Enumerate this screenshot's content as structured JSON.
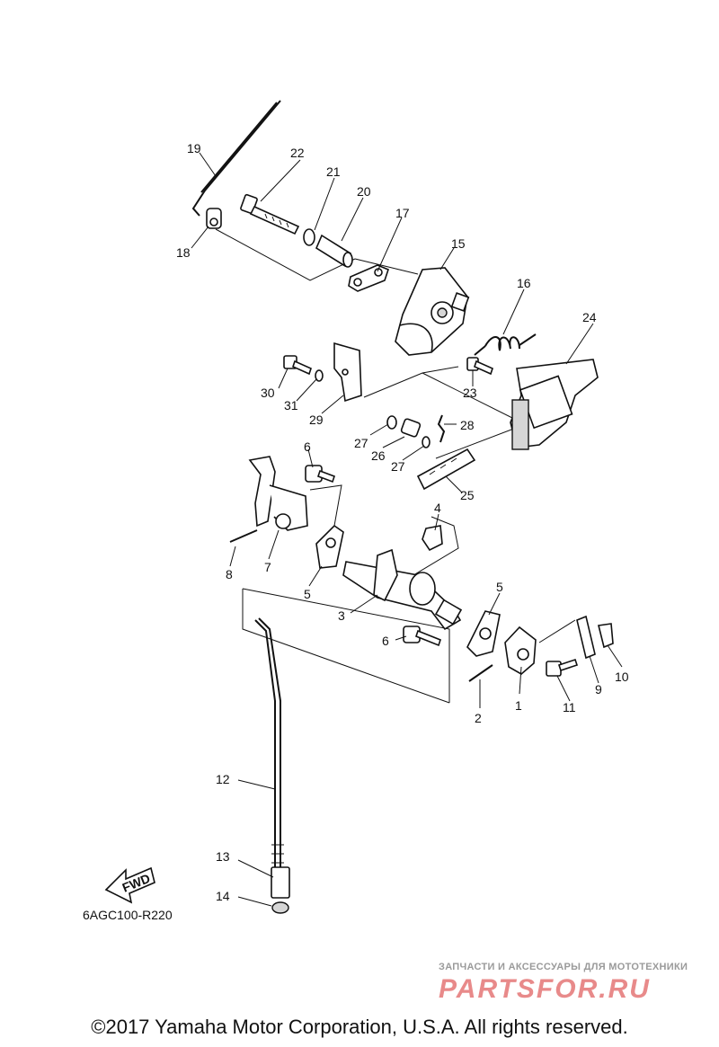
{
  "diagram": {
    "code": "6AGC100-R220",
    "fwd_label": "FWD",
    "callouts": [
      "1",
      "2",
      "3",
      "4",
      "5",
      "5",
      "6",
      "6",
      "7",
      "8",
      "9",
      "10",
      "11",
      "12",
      "13",
      "14",
      "15",
      "16",
      "17",
      "18",
      "19",
      "20",
      "21",
      "22",
      "23",
      "24",
      "25",
      "26",
      "27",
      "27",
      "28",
      "29",
      "30",
      "31"
    ]
  },
  "watermark": {
    "tagline": "ЗАПЧАСТИ И АКСЕССУАРЫ ДЛЯ МОТОТЕХНИКИ",
    "brand_logo": "PARTSFOR.RU",
    "logo_color": "#e88a8a"
  },
  "footer": {
    "copyright": "©2017 Yamaha Motor Corporation, U.S.A. All rights reserved."
  }
}
